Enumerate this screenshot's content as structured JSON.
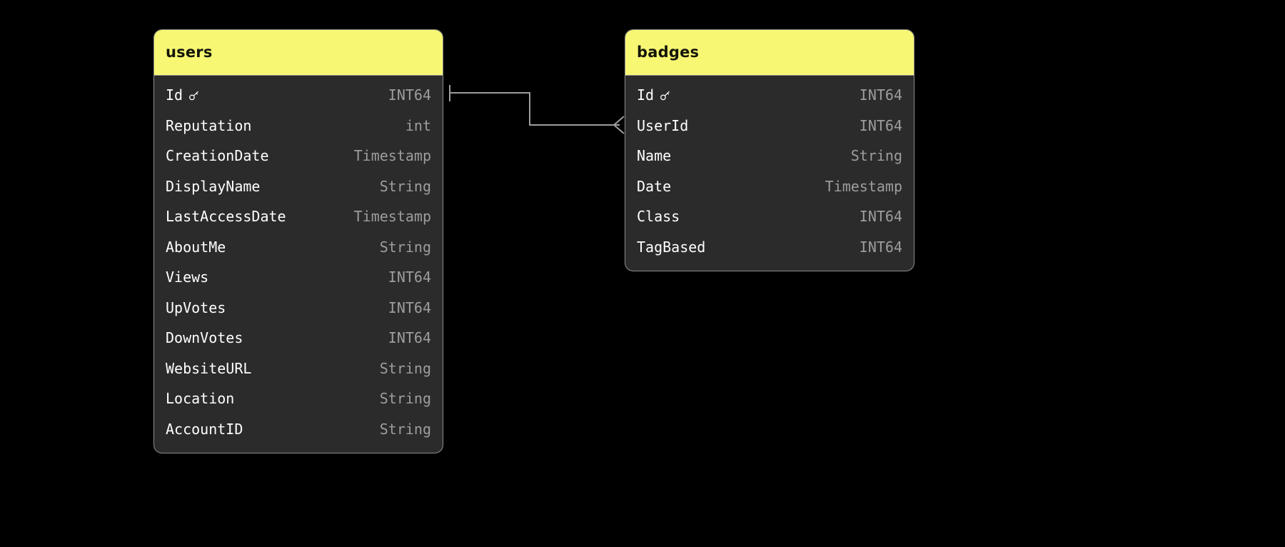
{
  "diagram": {
    "type": "er-diagram",
    "background_color": "#000000",
    "header_color": "#f7f773",
    "card_color": "#2b2b2b",
    "border_color": "#8d8d8d",
    "field_name_color": "#ffffff",
    "field_type_color": "#9d9d9d",
    "connector_color": "#9d9d9d"
  },
  "entities": [
    {
      "id": "users",
      "title": "users",
      "fields": [
        {
          "name": "Id",
          "type": "INT64",
          "key": true,
          "key_icon": "key-icon"
        },
        {
          "name": "Reputation",
          "type": "int",
          "key": false
        },
        {
          "name": "CreationDate",
          "type": "Timestamp",
          "key": false
        },
        {
          "name": "DisplayName",
          "type": "String",
          "key": false
        },
        {
          "name": "LastAccessDate",
          "type": "Timestamp",
          "key": false
        },
        {
          "name": "AboutMe",
          "type": "String",
          "key": false
        },
        {
          "name": "Views",
          "type": "INT64",
          "key": false
        },
        {
          "name": "UpVotes",
          "type": "INT64",
          "key": false
        },
        {
          "name": "DownVotes",
          "type": "INT64",
          "key": false
        },
        {
          "name": "WebsiteURL",
          "type": "String",
          "key": false
        },
        {
          "name": "Location",
          "type": "String",
          "key": false
        },
        {
          "name": "AccountID",
          "type": "String",
          "key": false
        }
      ]
    },
    {
      "id": "badges",
      "title": "badges",
      "fields": [
        {
          "name": "Id",
          "type": "INT64",
          "key": true,
          "key_icon": "key-icon"
        },
        {
          "name": "UserId",
          "type": "INT64",
          "key": false
        },
        {
          "name": "Name",
          "type": "String",
          "key": false
        },
        {
          "name": "Date",
          "type": "Timestamp",
          "key": false
        },
        {
          "name": "Class",
          "type": "INT64",
          "key": false
        },
        {
          "name": "TagBased",
          "type": "INT64",
          "key": false
        }
      ]
    }
  ],
  "relationships": [
    {
      "id": "users-badges",
      "from_entity": "users",
      "from_field": "Id",
      "from_cardinality": "one",
      "to_entity": "badges",
      "to_field": "UserId",
      "to_cardinality": "many"
    }
  ]
}
